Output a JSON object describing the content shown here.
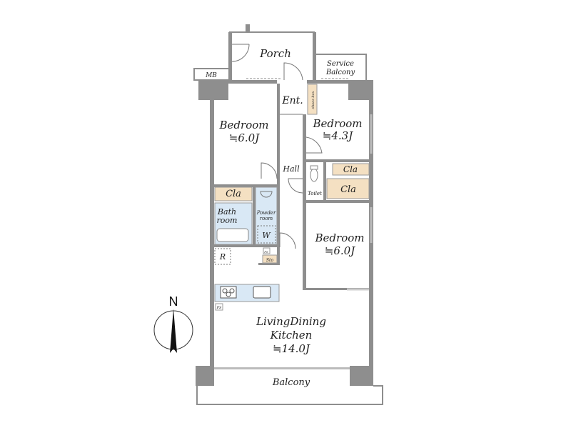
{
  "rooms": {
    "porch": "Porch",
    "mb": "MB",
    "service_balcony_1": "Service",
    "service_balcony_2": "Balcony",
    "entrance": "Ent.",
    "shoes_box": "shoes box",
    "bedroom_nw": {
      "name": "Bedroom",
      "size": "≒6.0J"
    },
    "bedroom_ne": {
      "name": "Bedroom",
      "size": "≒4.3J"
    },
    "bedroom_e": {
      "name": "Bedroom",
      "size": "≒6.0J"
    },
    "hall": "Hall",
    "toilet": "Toilet",
    "closet": "Cla",
    "bath_1": "Bath",
    "bath_2": "room",
    "powder_1": "Powder",
    "powder_2": "room",
    "washer": "W",
    "fridge": "R",
    "ps": "PS",
    "storage": "Sto",
    "ldk_1": "LivingDining",
    "ldk_2": "Kitchen",
    "ldk_size": "≒14.0J",
    "balcony": "Balcony"
  },
  "compass": {
    "label": "N",
    "icon": "north-arrow-icon"
  },
  "colors": {
    "wall": "#8e8e8e",
    "storage": "#f4e0c2",
    "wet_area": "#d9e8f5"
  }
}
